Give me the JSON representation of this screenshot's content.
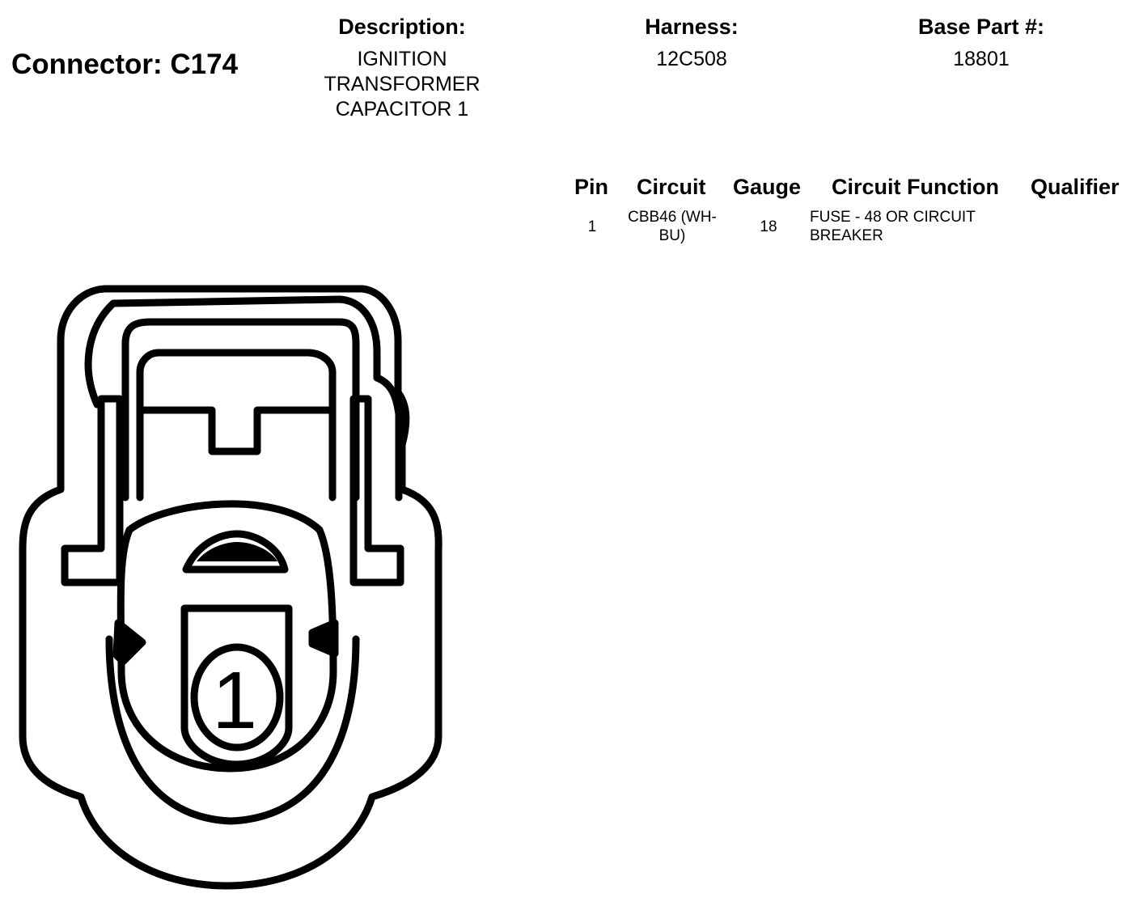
{
  "connector": {
    "title": "Connector: C174",
    "description_label": "Description:",
    "description_lines": [
      "IGNITION",
      "TRANSFORMER",
      "CAPACITOR 1"
    ],
    "harness_label": "Harness:",
    "harness_value": "12C508",
    "base_part_label": "Base Part #:",
    "base_part_value": "18801"
  },
  "pin_table": {
    "headers": {
      "pin": "Pin",
      "circuit": "Circuit",
      "gauge": "Gauge",
      "function": "Circuit Function",
      "qualifier": "Qualifier"
    },
    "rows": [
      {
        "pin": "1",
        "circuit_lines": [
          "CBB46 (WH-",
          "BU)"
        ],
        "gauge": "18",
        "function_lines": [
          "FUSE - 48 OR CIRCUIT",
          "BREAKER"
        ],
        "qualifier": ""
      }
    ]
  },
  "diagram": {
    "pin_label": "1"
  }
}
